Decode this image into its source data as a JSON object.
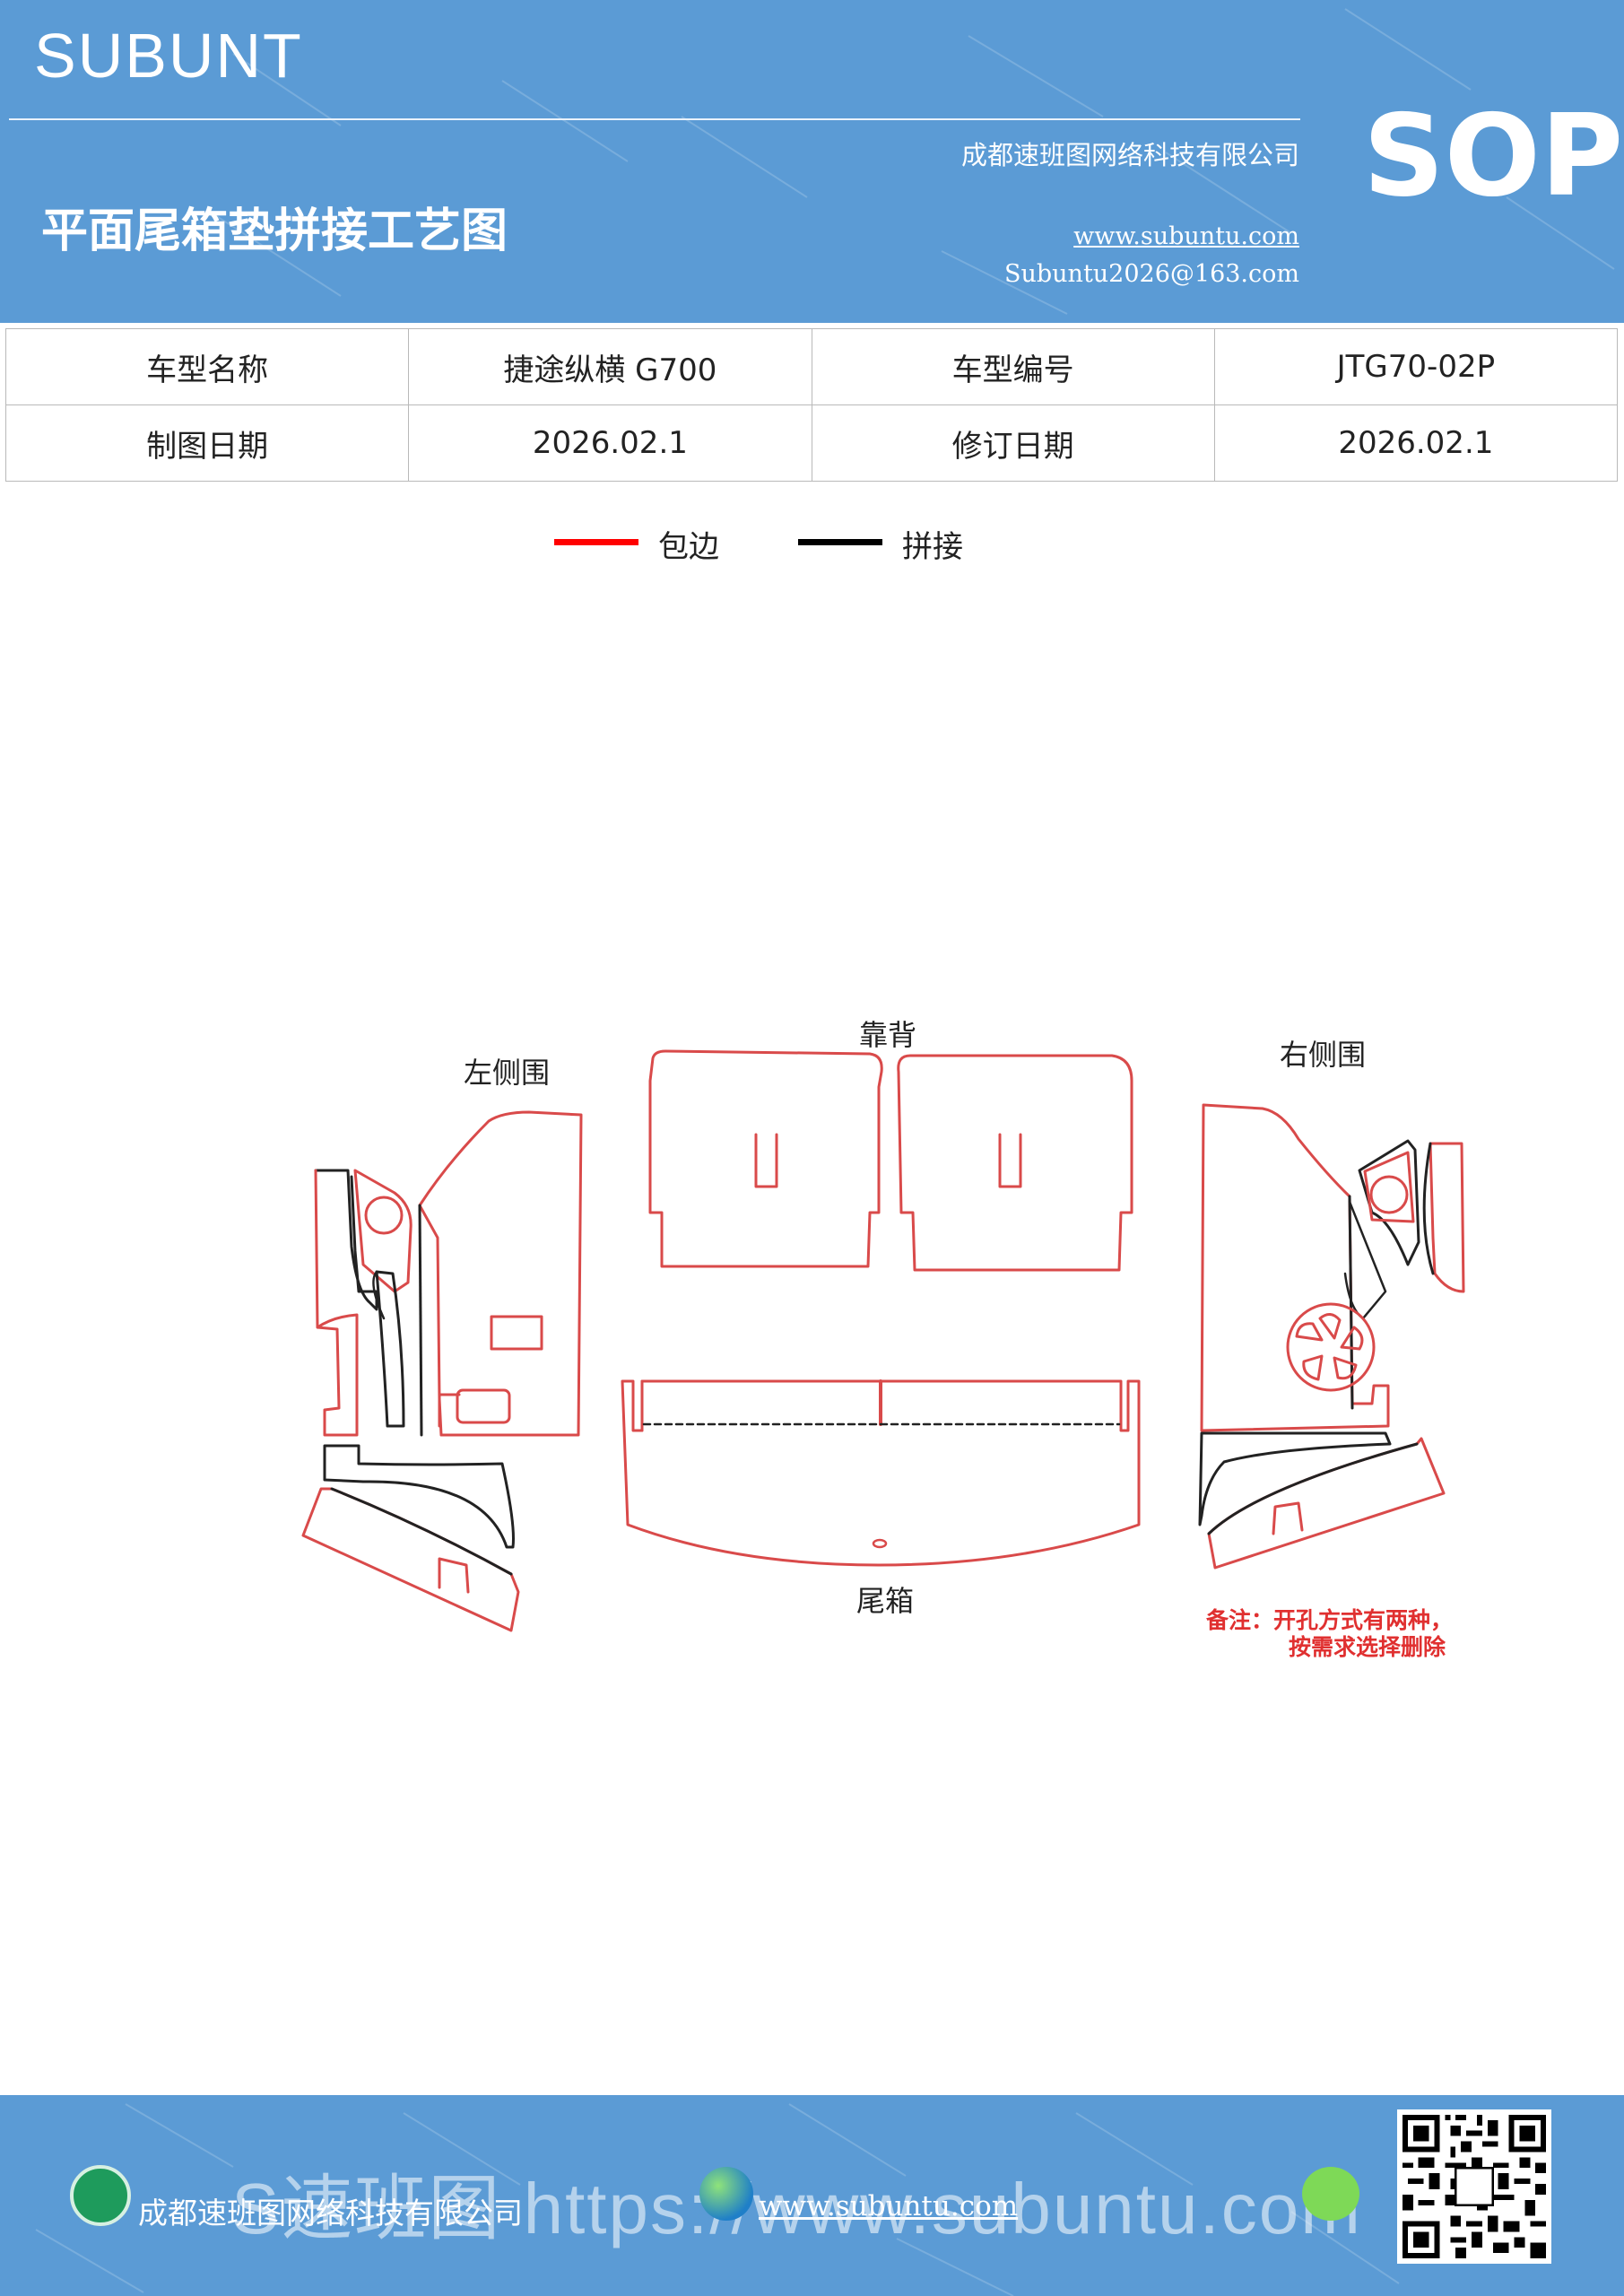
{
  "header": {
    "brand": "SUBUNT",
    "company": "成都速班图网络科技有限公司",
    "title": "平面尾箱垫拼接工艺图",
    "badge": "SOP",
    "website": "www.subuntu.com",
    "email": "Subuntu2026@163.com"
  },
  "info_table": [
    [
      "车型名称",
      "捷途纵横 G700",
      "车型编号",
      "JTG70-02P"
    ],
    [
      "制图日期",
      "2026.02.1",
      "修订日期",
      "2026.02.1"
    ]
  ],
  "legend": [
    {
      "label": "包边",
      "color": "#ff0000"
    },
    {
      "label": "拼接",
      "color": "#000000"
    }
  ],
  "diagram": {
    "labels": {
      "left": "左侧围",
      "back": "靠背",
      "right": "右侧围",
      "trunk": "尾箱"
    },
    "edge_color": "#d94a4a",
    "seam_color": "#222222"
  },
  "note": {
    "line1": "备注：开孔方式有两种，",
    "line2": "按需求选择删除"
  },
  "footer": {
    "company": "成都速班图网络科技有限公司",
    "website": "www.subuntu.com",
    "watermark": "S速班图 https://www.subuntu.com"
  }
}
